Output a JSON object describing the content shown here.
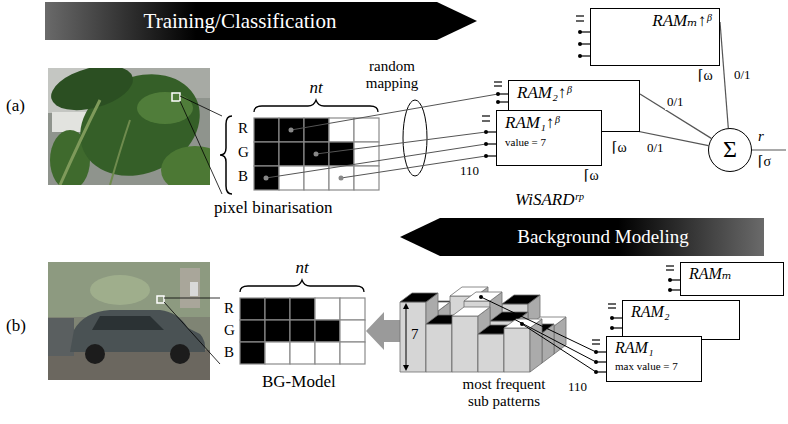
{
  "diagram": {
    "nodes": [
      {
        "text": [
          "Training/Classification"
        ]
      },
      {
        "text": [
          "RAMₘ↑ᵝ"
        ]
      },
      {
        "text": [
          "RAM₂↑ᵝ"
        ]
      },
      {
        "text": [
          "RAM₁↑ᵝ",
          "value = 7"
        ]
      },
      {
        "text": [
          "Σ"
        ]
      },
      {
        "text": [
          "Background Modeling"
        ]
      },
      {
        "text": [
          "RAMₘ"
        ]
      },
      {
        "text": [
          "RAM₂"
        ]
      },
      {
        "text": [
          "RAM₁",
          "max value = 7"
        ]
      }
    ],
    "edges": [
      {
        "from": 1,
        "to": 4,
        "arrow": "none",
        "label": "0/1"
      },
      {
        "from": 2,
        "to": 4,
        "arrow": "none",
        "label": "0/1"
      },
      {
        "from": 3,
        "to": 4,
        "arrow": "none",
        "label": "0/1"
      }
    ],
    "labels": [
      "(a)",
      "nt",
      "R",
      "G",
      "B",
      "pixel binarisation",
      "random mapping",
      "110",
      "⌈ω",
      "⌈ω",
      "⌈ω",
      "r",
      "⌈σ",
      "WiSARDʳᵖ",
      "(b)",
      "nt",
      "R",
      "G",
      "B",
      "BG-Model",
      "7",
      "most frequent sub patterns",
      "110"
    ]
  }
}
